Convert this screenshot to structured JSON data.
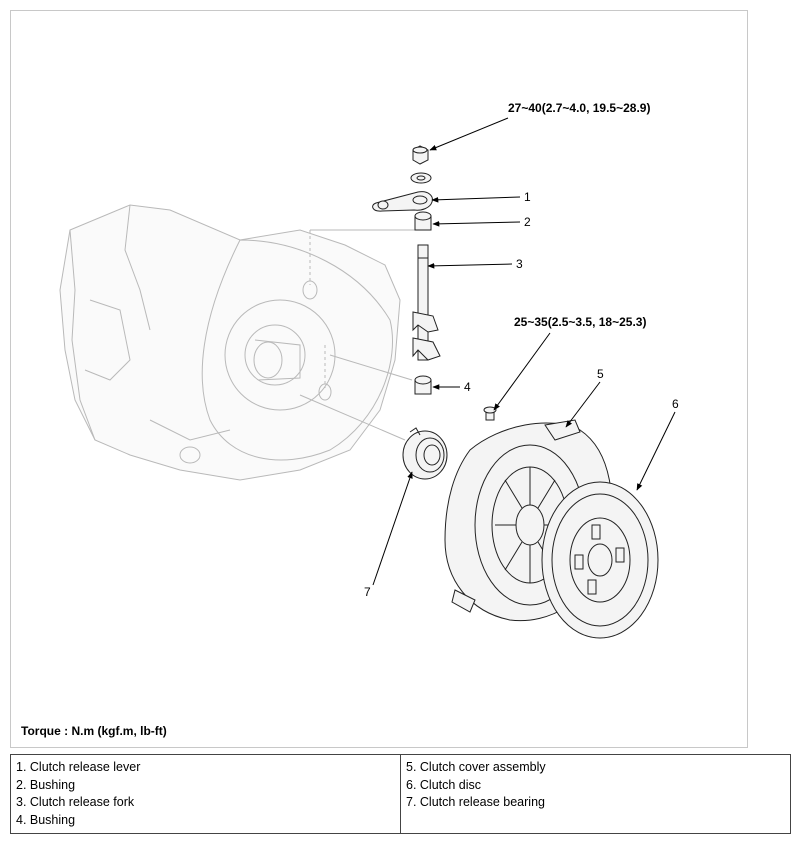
{
  "figure": {
    "torque_note": "Torque : N.m (kgf.m, lb-ft)",
    "callouts": [
      {
        "id": "torque-nut",
        "text": "27~40(2.7~4.0, 19.5~28.9)"
      },
      {
        "id": "torque-bolt",
        "text": "25~35(2.5~3.5, 18~25.3)"
      },
      {
        "id": "c1",
        "text": "1"
      },
      {
        "id": "c2",
        "text": "2"
      },
      {
        "id": "c3",
        "text": "3"
      },
      {
        "id": "c4",
        "text": "4"
      },
      {
        "id": "c5",
        "text": "5"
      },
      {
        "id": "c6",
        "text": "6"
      },
      {
        "id": "c7",
        "text": "7"
      }
    ]
  },
  "legend": {
    "left": [
      "1. Clutch release lever",
      "2. Bushing",
      "3. Clutch release fork",
      "4. Bushing"
    ],
    "right": [
      "5. Clutch cover assembly",
      "6. Clutch disc",
      "7. Clutch release bearing"
    ]
  }
}
